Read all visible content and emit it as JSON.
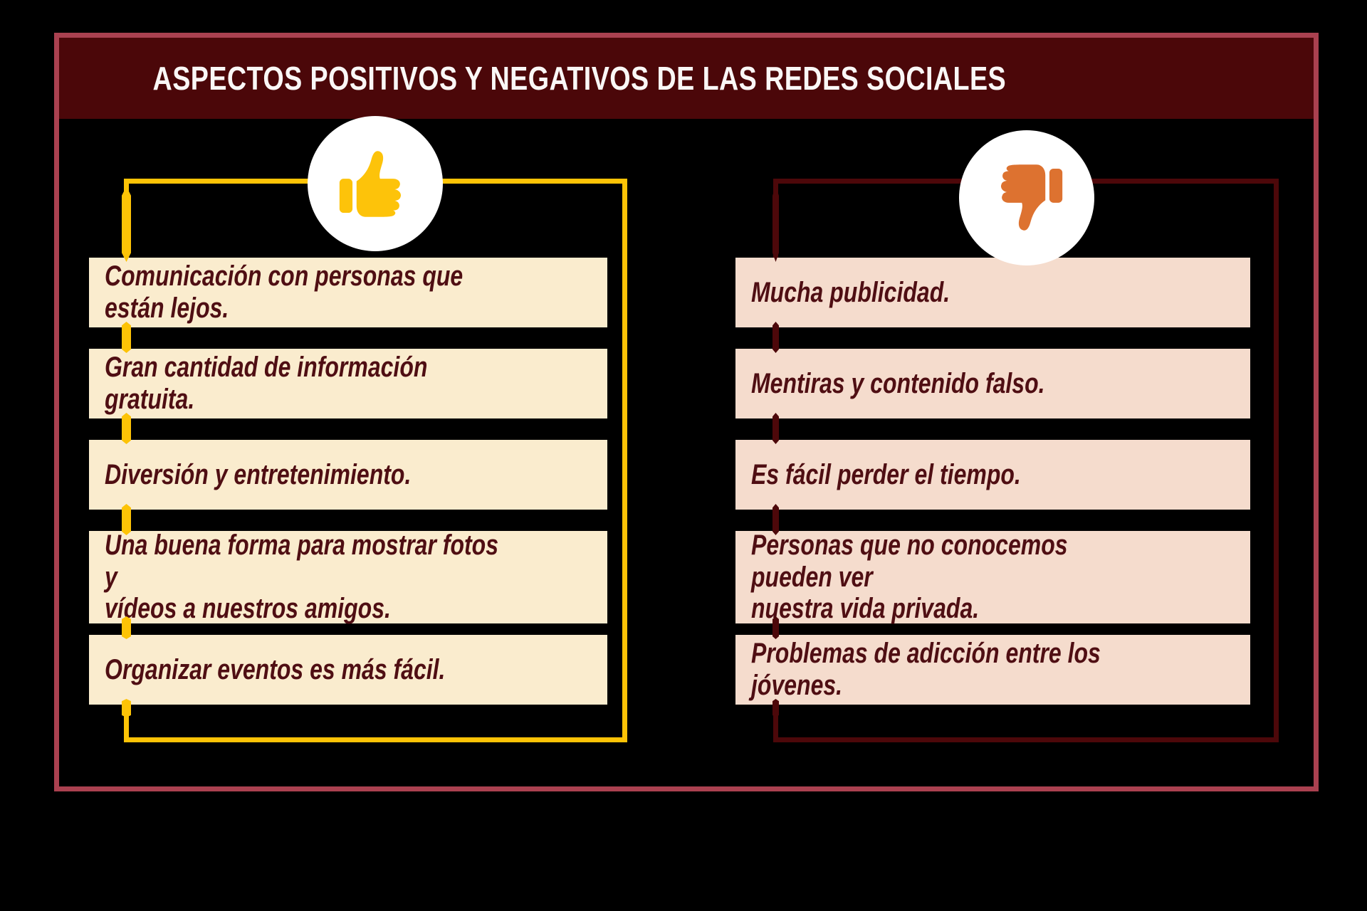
{
  "title": "ASPECTOS POSITIVOS Y NEGATIVOS DE LAS REDES SOCIALES",
  "positives": {
    "icon": "thumbs-up-icon",
    "items": [
      "Comunicación con personas que están lejos.",
      "Gran cantidad de información gratuita.",
      "Diversión y entretenimiento.",
      "Una buena forma para mostrar fotos y\nvídeos a nuestros amigos.",
      "Organizar eventos es más fácil."
    ]
  },
  "negatives": {
    "icon": "thumbs-down-icon",
    "items": [
      "Mucha publicidad.",
      "Mentiras y contenido falso.",
      "Es fácil perder el tiempo.",
      "Personas que no conocemos pueden ver\nnuestra vida privada.",
      "Problemas de adicción entre los jóvenes."
    ]
  },
  "colors": {
    "background": "#000000",
    "outer_border": "#aa4150",
    "header_bar": "#4b0709",
    "title_text": "#faf7f6",
    "positive_accent": "#fdc306",
    "positive_box": "#faecce",
    "negative_accent": "#4d080a",
    "negative_box": "#f5dccd",
    "item_text": "#4f0e13",
    "thumb_up": "#fdc30a",
    "thumb_down": "#dd7230",
    "icon_circle": "#ffffff"
  }
}
